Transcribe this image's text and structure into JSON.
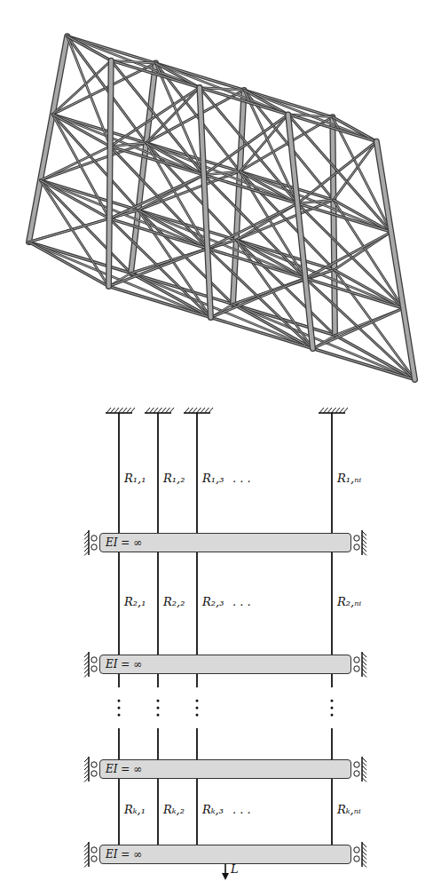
{
  "diagram": {
    "nodes": [
      {
        "text": [
          "EI = ∞"
        ]
      },
      {
        "text": [
          "EI = ∞"
        ]
      },
      {
        "text": [
          "EI = ∞"
        ]
      },
      {
        "text": [
          "EI = ∞"
        ]
      }
    ],
    "edges": [
      {
        "from": 0,
        "to": 1,
        "arrow": "none"
      },
      {
        "from": 0,
        "to": 1,
        "arrow": "none"
      },
      {
        "from": 0,
        "to": 1,
        "arrow": "none"
      },
      {
        "from": 0,
        "to": 1,
        "arrow": "none"
      },
      {
        "from": 2,
        "to": 3,
        "arrow": "none"
      },
      {
        "from": 2,
        "to": 3,
        "arrow": "none"
      },
      {
        "from": 2,
        "to": 3,
        "arrow": "none"
      },
      {
        "from": 2,
        "to": 3,
        "arrow": "none"
      }
    ],
    "labels": [
      "R₁,₁",
      "R₁,₂",
      "R₁,₃",
      ". . .",
      "R₁,ₙᵢ",
      "R₂,₁",
      "R₂,₂",
      "R₂,₃",
      ". . .",
      "R₂,ₙᵢ",
      "Rₖ,₁",
      "Rₖ,₂",
      "Rₖ,₃",
      ". . .",
      "Rₖ,ₙᵢ",
      "L"
    ]
  }
}
